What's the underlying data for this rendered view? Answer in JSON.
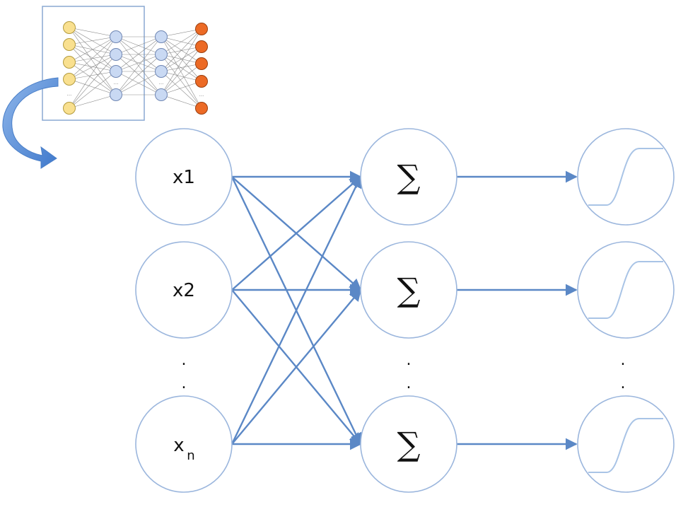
{
  "inputs": [
    {
      "label": "x1"
    },
    {
      "label": "x2"
    },
    {
      "label": "x",
      "subscript": "n"
    }
  ],
  "sum_symbol": "∑",
  "ellipsis_dot": ".",
  "thumbnail": {
    "layer_sizes_shown": [
      5,
      4,
      4,
      5
    ],
    "ellipsis": "..."
  },
  "colors": {
    "edge": "#5b88c6",
    "node_stroke": "#9bb6dd",
    "sigmoid": "#a9c4e6",
    "input_node_fill": "#f9e08f",
    "input_node_stroke": "#b39b3e",
    "hidden_node_fill": "#c9d9f3",
    "hidden_node_stroke": "#6f86b3",
    "output_node_fill": "#ec6a25",
    "output_node_stroke": "#9a3f10",
    "curved_arrow": "#5b8fd6"
  }
}
